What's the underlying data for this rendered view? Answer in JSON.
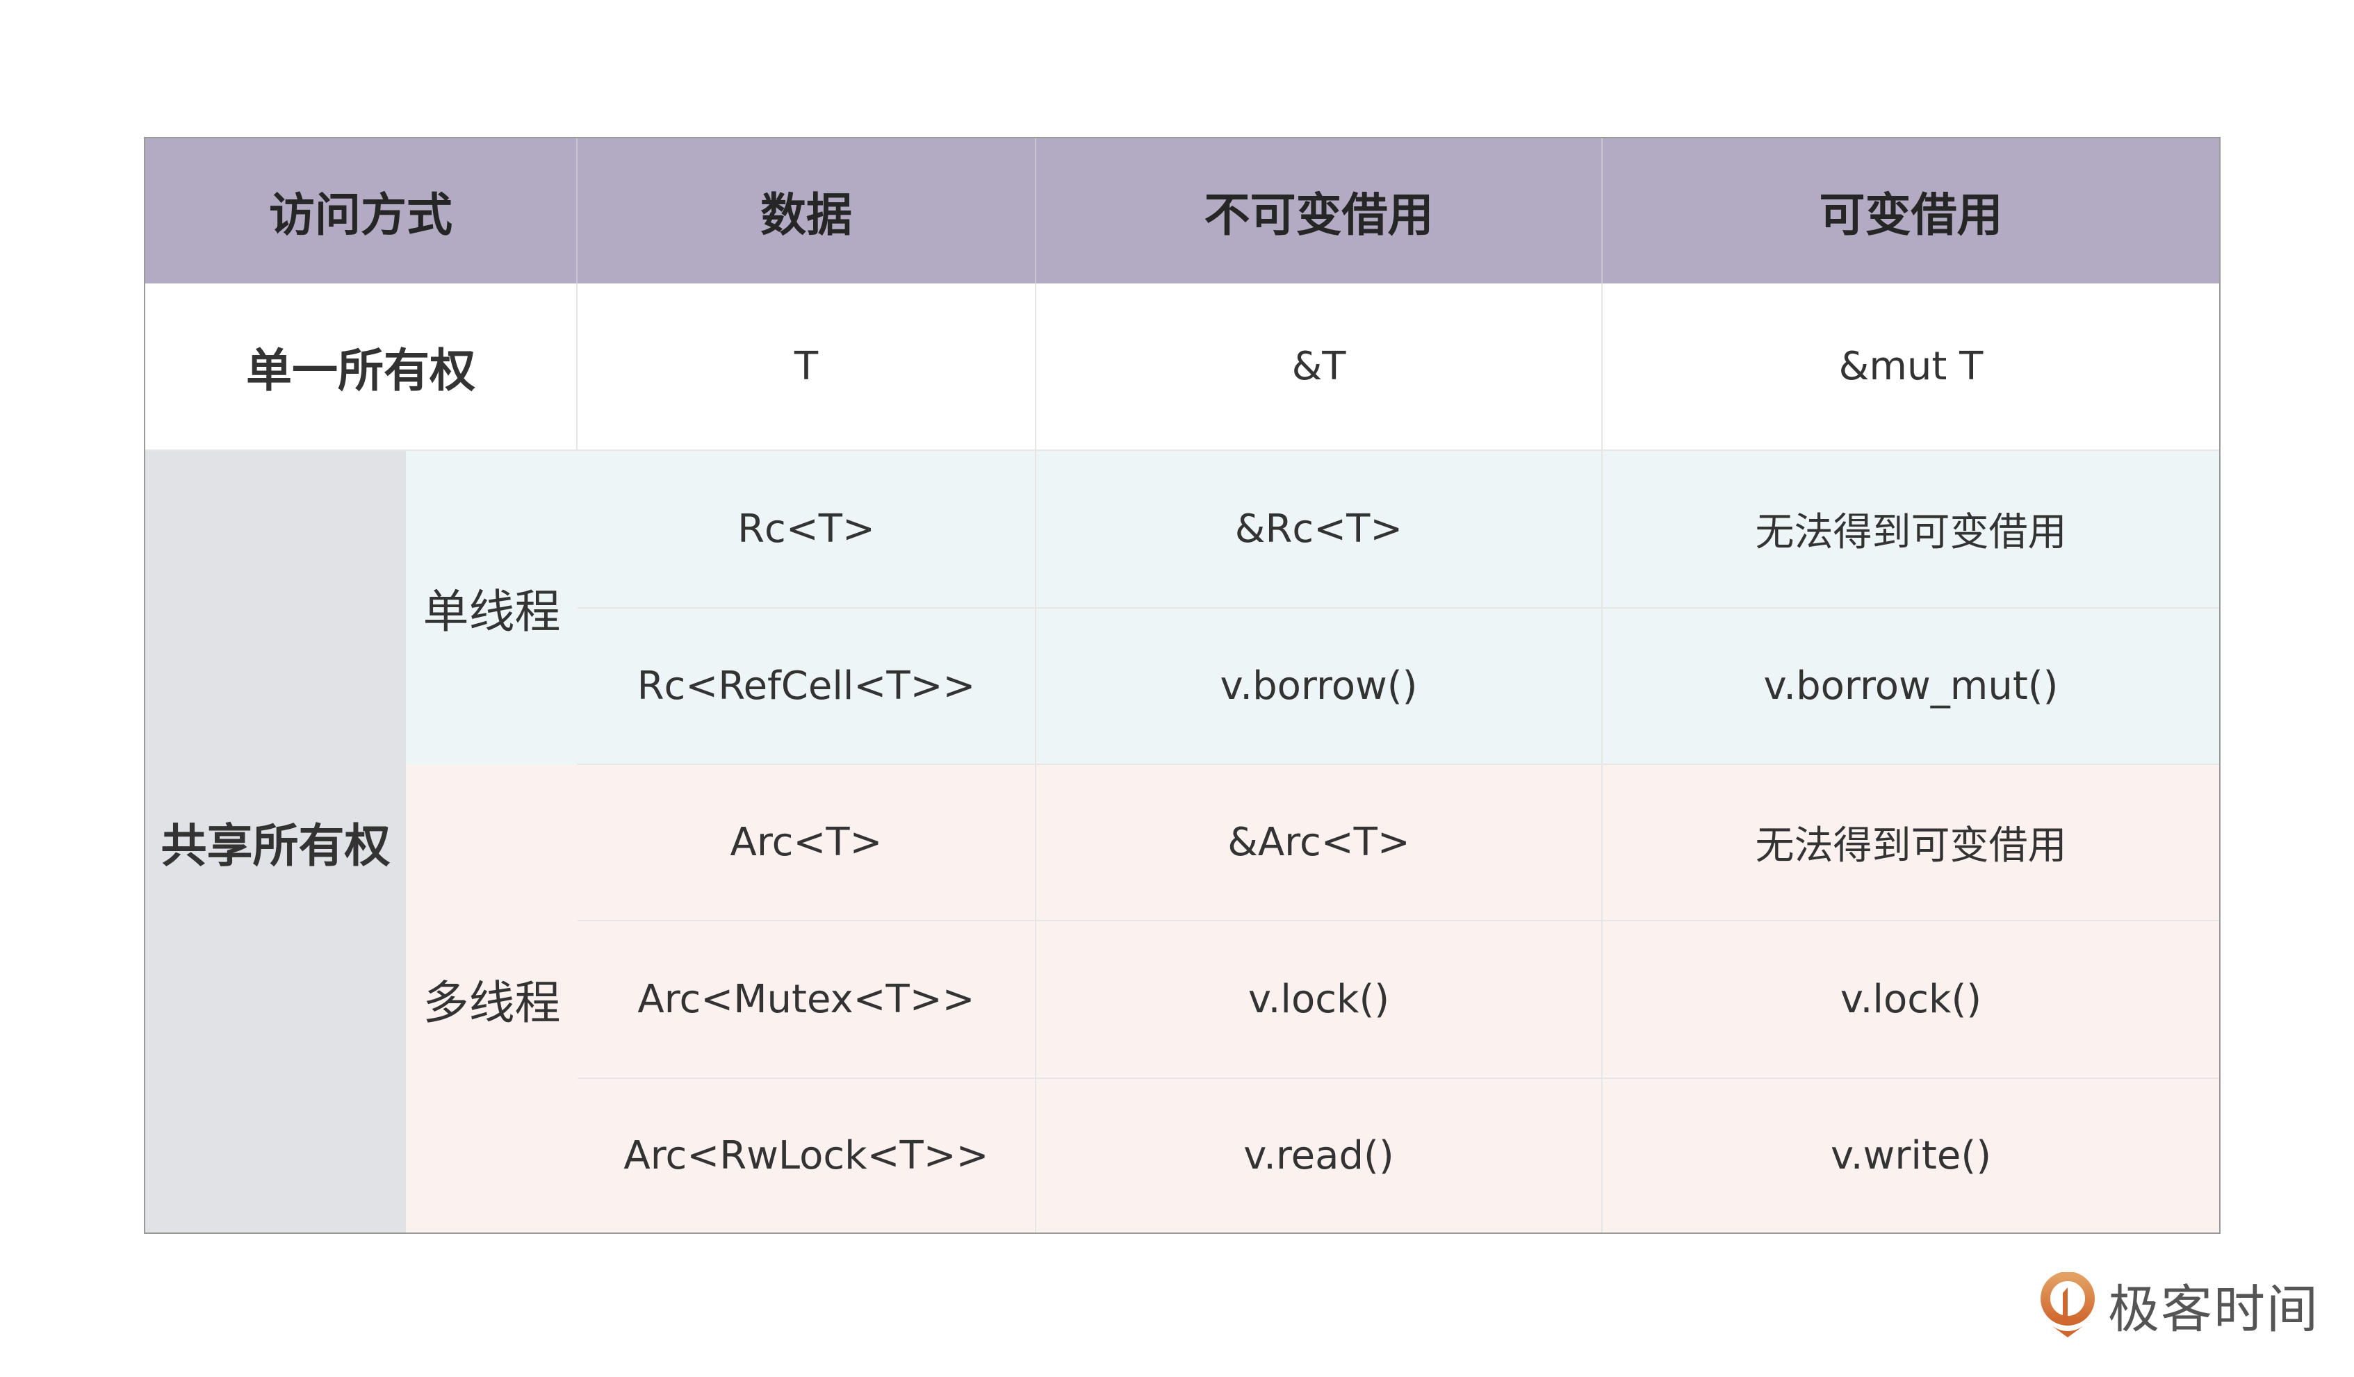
{
  "header": [
    "访问方式",
    "数据",
    "不可变借用",
    "可变借用"
  ],
  "single_ownership": {
    "label": "单一所有权",
    "data": "T",
    "immutable": "&T",
    "mutable": "&mut T"
  },
  "shared_ownership": {
    "label": "共享所有权",
    "single_thread": {
      "label": "单线程",
      "rows": [
        {
          "data": "Rc<T>",
          "immutable": "&Rc<T>",
          "mutable": "无法得到可变借用"
        },
        {
          "data": "Rc<RefCell<T>>",
          "immutable": "v.borrow()",
          "mutable": "v.borrow_mut()"
        }
      ]
    },
    "multi_thread": {
      "label": "多线程",
      "rows": [
        {
          "data": "Arc<T>",
          "immutable": "&Arc<T>",
          "mutable": "无法得到可变借用"
        },
        {
          "data": "Arc<Mutex<T>>",
          "immutable": "v.lock()",
          "mutable": "v.lock()"
        },
        {
          "data": "Arc<RwLock<T>>",
          "immutable": "v.read()",
          "mutable": "v.write()"
        }
      ]
    }
  },
  "logo": {
    "text": "极客时间",
    "icon": "geektime-logo-icon",
    "color": "#d9743a"
  },
  "colors": {
    "header": "#b3abc3",
    "shared": "#e0e2e6",
    "single_thread": "#edf5f6",
    "multi_thread": "#fbf2f0"
  }
}
